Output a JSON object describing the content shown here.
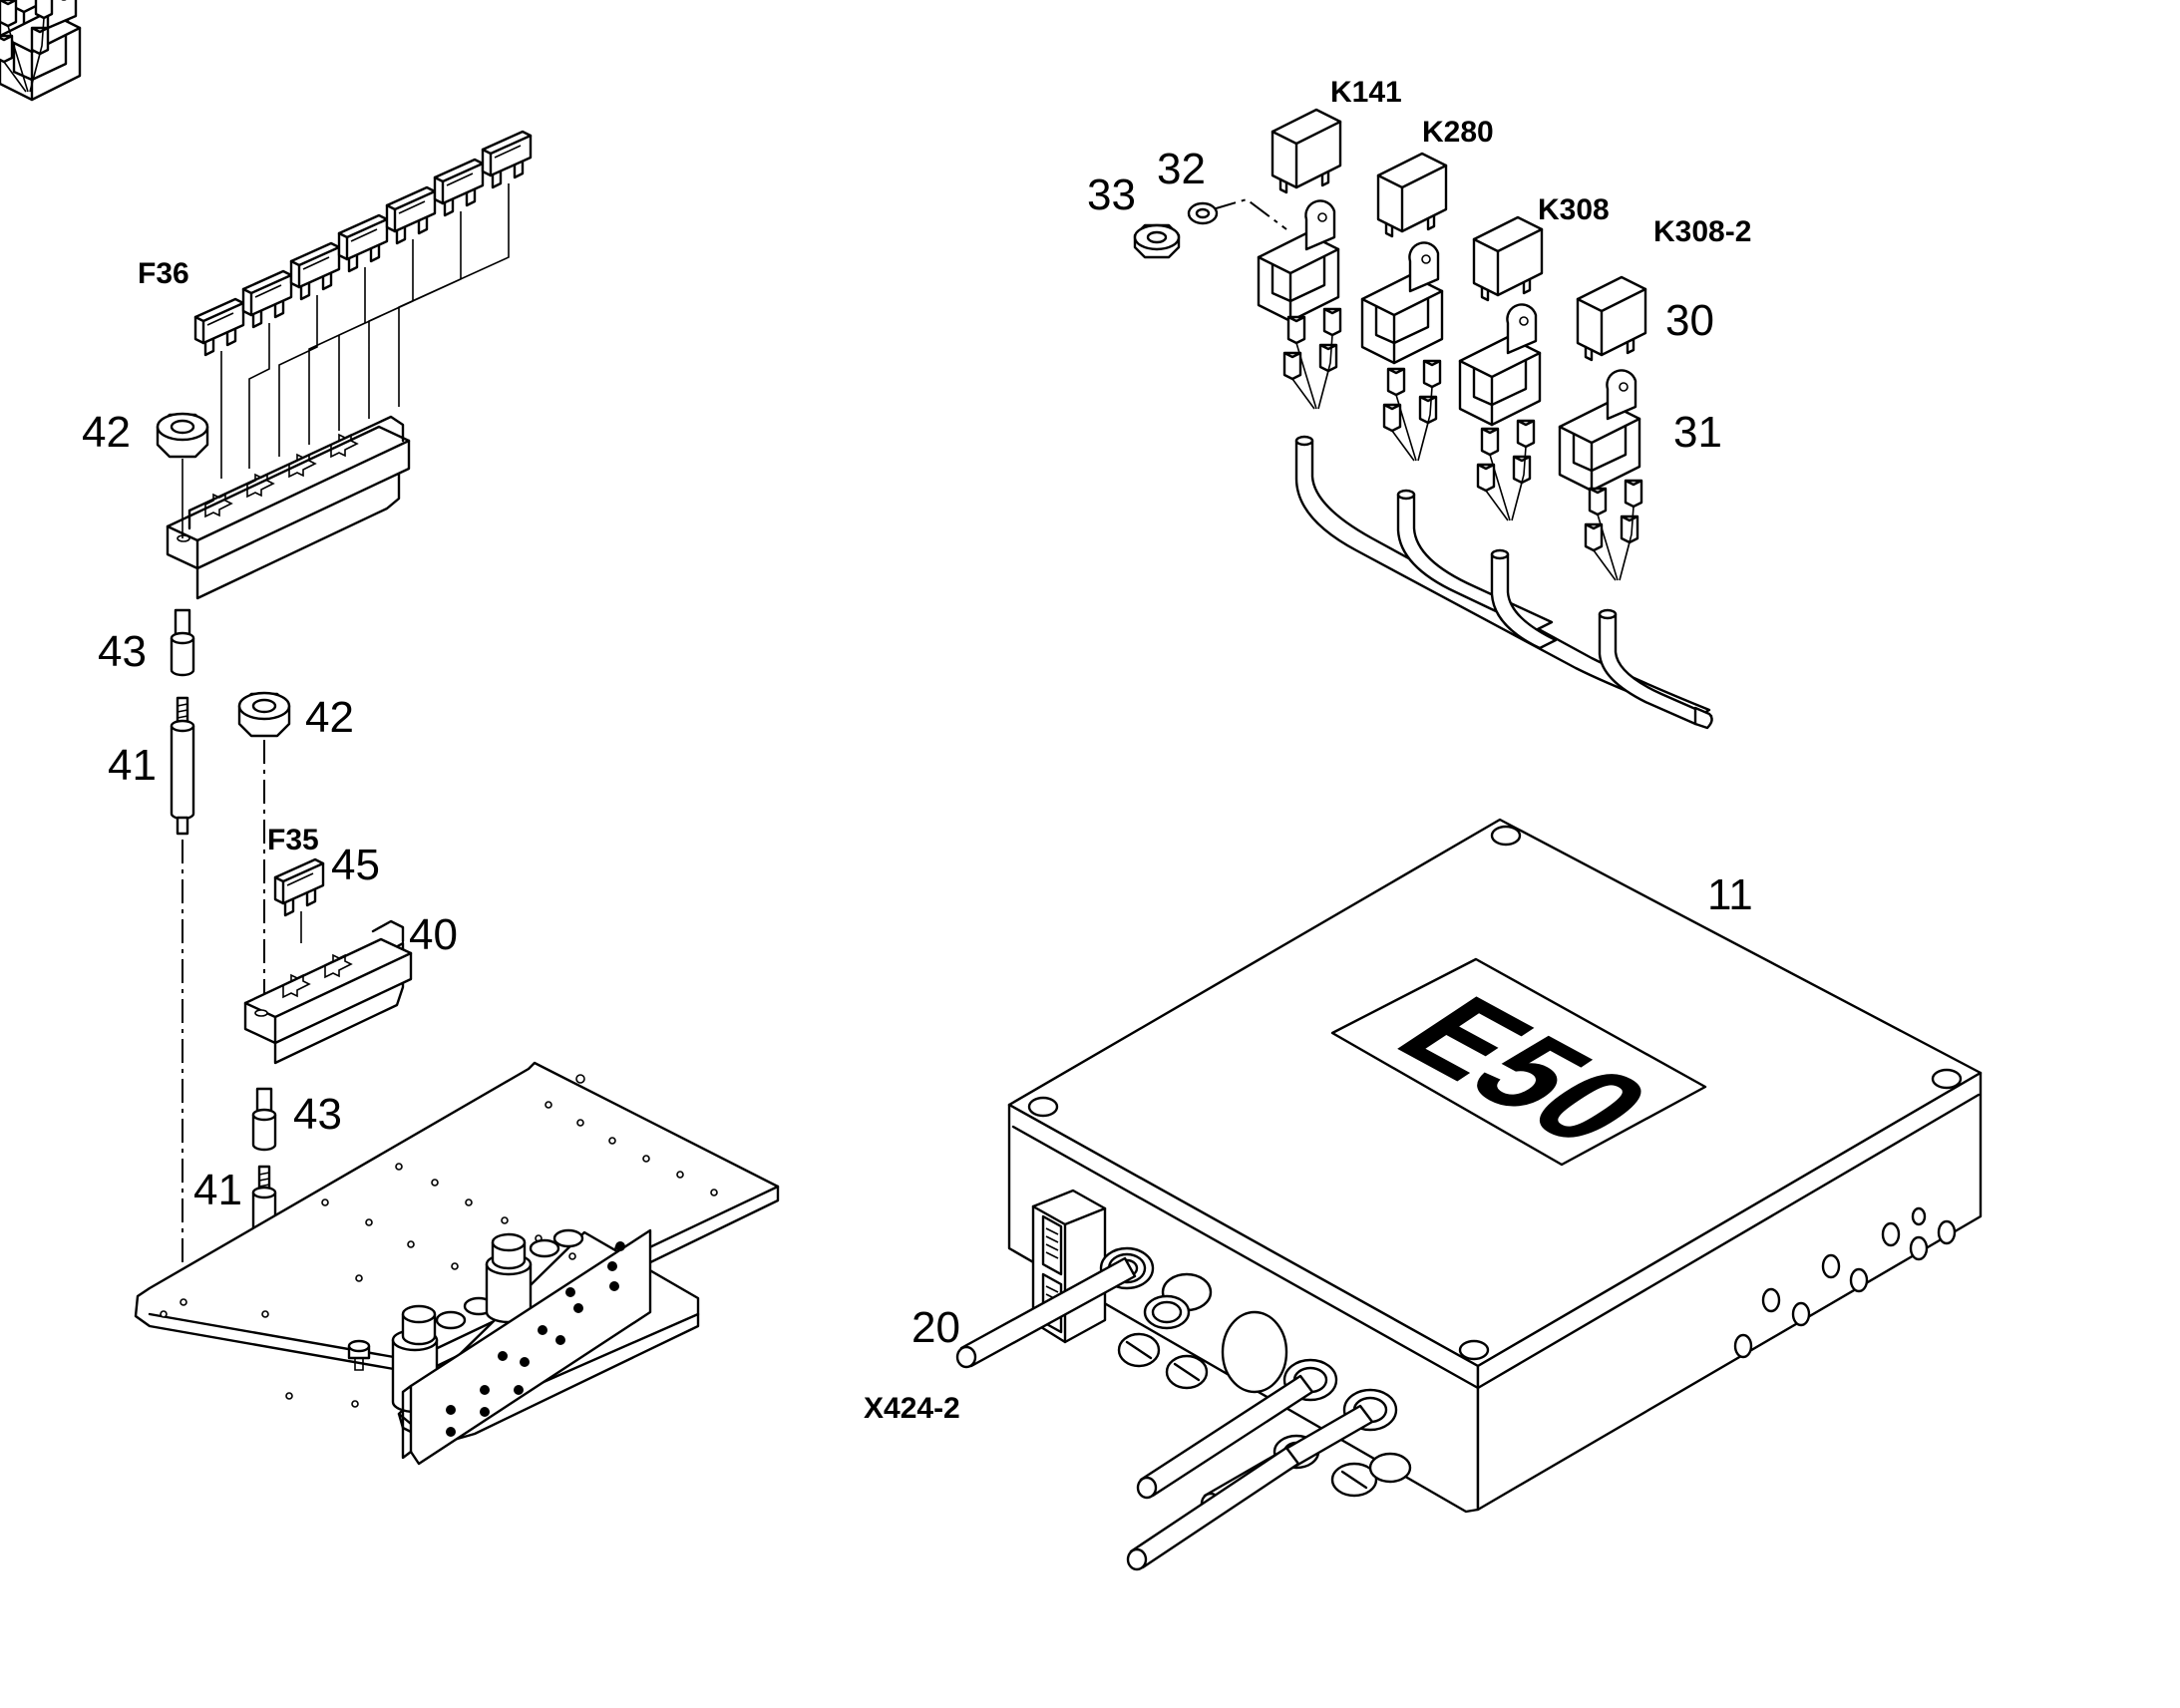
{
  "labels": {
    "item_11": "11",
    "item_20": "20",
    "item_30": "30",
    "item_31": "31",
    "item_32": "32",
    "item_33": "33",
    "item_40": "40",
    "item_41_top": "41",
    "item_41_bottom": "41",
    "item_42_top": "42",
    "item_42_bottom": "42",
    "item_43_top": "43",
    "item_43_bottom": "43",
    "item_45": "45"
  },
  "codes": {
    "fuse_top": "F36",
    "fuse_single": "F35",
    "relay_1": "K141",
    "relay_2": "K280",
    "relay_3": "K308",
    "relay_4": "K308-2",
    "connector": "X424-2"
  },
  "box_marking": "E50"
}
